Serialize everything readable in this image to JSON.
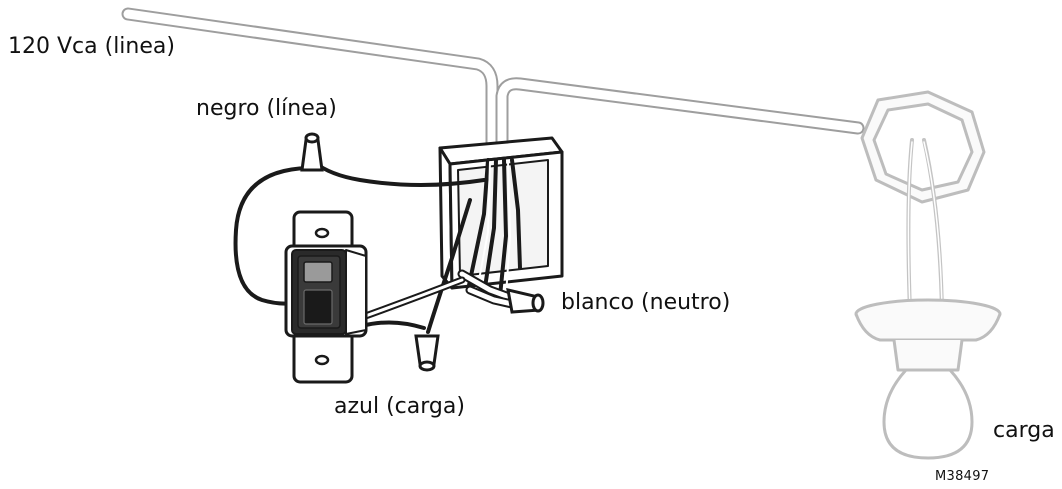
{
  "labels": {
    "supply": "120 Vca (linea)",
    "black_wire": "negro (línea)",
    "white_wire": "blanco (neutro)",
    "blue_wire": "azul (carga)",
    "load": "carga"
  },
  "figure_code": "M38497",
  "colors": {
    "wire_dark": "#1a1a1a",
    "cable_outline": "#aaaaaa",
    "fixture_outline": "#bdbdbd",
    "fixture_fill": "#fafafa"
  }
}
